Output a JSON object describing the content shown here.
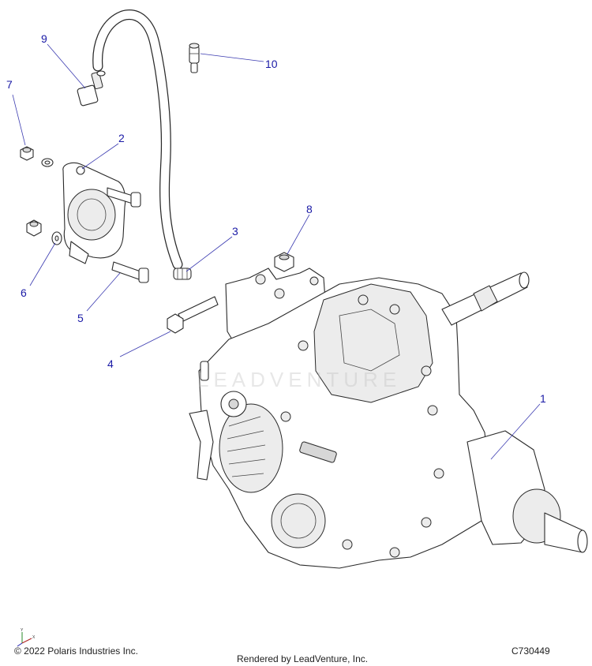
{
  "callouts": [
    "1",
    "2",
    "3",
    "4",
    "5",
    "6",
    "7",
    "8",
    "9",
    "10"
  ],
  "watermark": "LEADVENTURE",
  "footer": {
    "copyright": "© 2022 Polaris Industries Inc.",
    "rendered_by": "Rendered by LeadVenture, Inc.",
    "part_code": "C730449"
  },
  "axis": {
    "x_label": "X",
    "y_label": "Y"
  },
  "colors": {
    "callout": "#1a1aa6",
    "line": "#2a2a2a"
  }
}
